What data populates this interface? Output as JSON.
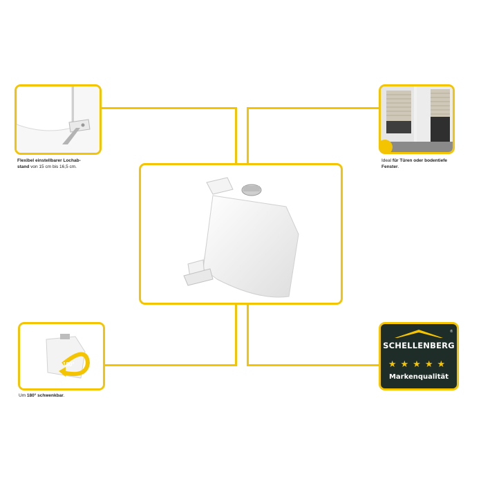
{
  "captions": {
    "top_left": {
      "bold": "Flexibel einstellbarer Lochab-",
      "bold2": "stand",
      "rest": " von 15 cm bis 16,5 cm."
    },
    "top_right": {
      "pre": "Ideal ",
      "bold": "für Türen oder bodentiefe",
      "bold2": "Fenster",
      "post": "."
    },
    "bottom_left": {
      "pre": "Um ",
      "bold": "180° schwenkbar",
      "post": "."
    }
  },
  "badge_180": "180°",
  "brand": {
    "name": "SCHELLENBERG",
    "stars": "★★★★★",
    "tagline": "Markenqualität",
    "reg": "®"
  },
  "colors": {
    "accent": "#f5c400",
    "brand_bg": "#1e2d27"
  },
  "icons": [
    "product-image",
    "shutter-window-image",
    "rotation-arrow-icon",
    "house-roof-icon"
  ]
}
